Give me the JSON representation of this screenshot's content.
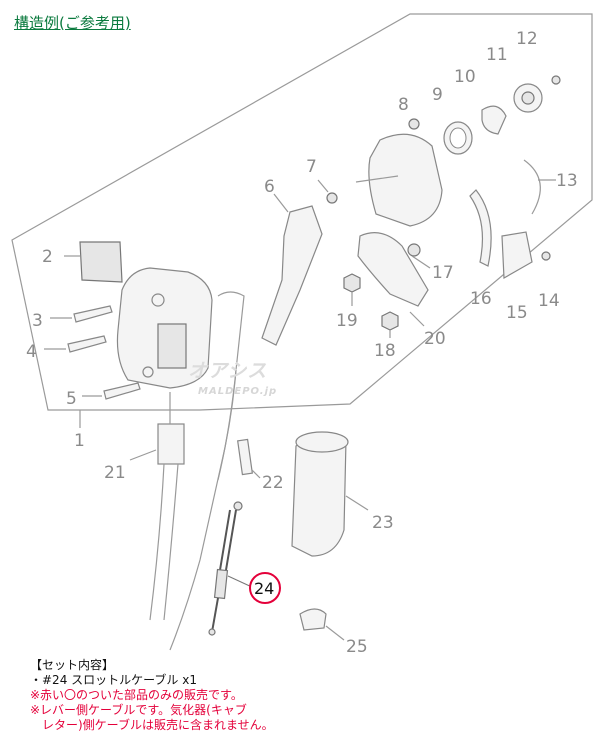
{
  "title": "構造例(ご参考用)",
  "watermark": {
    "brand": "オアシス",
    "site": "MALDEPO.jp"
  },
  "part_numbers": [
    "1",
    "2",
    "3",
    "4",
    "5",
    "6",
    "7",
    "8",
    "9",
    "10",
    "11",
    "12",
    "13",
    "14",
    "15",
    "16",
    "17",
    "18",
    "19",
    "20",
    "21",
    "22",
    "23",
    "24",
    "25"
  ],
  "highlight_part": "24",
  "highlight_color": "#e4003a",
  "notes": {
    "heading": "【セット内容】",
    "item": "・#24 スロットルケーブル x1",
    "red1": "※赤い〇のついた部品のみの販売です。",
    "red2": "※レバー側ケーブルです。気化器(キャブ",
    "red3": "　レター)側ケーブルは販売に含まれません。"
  }
}
